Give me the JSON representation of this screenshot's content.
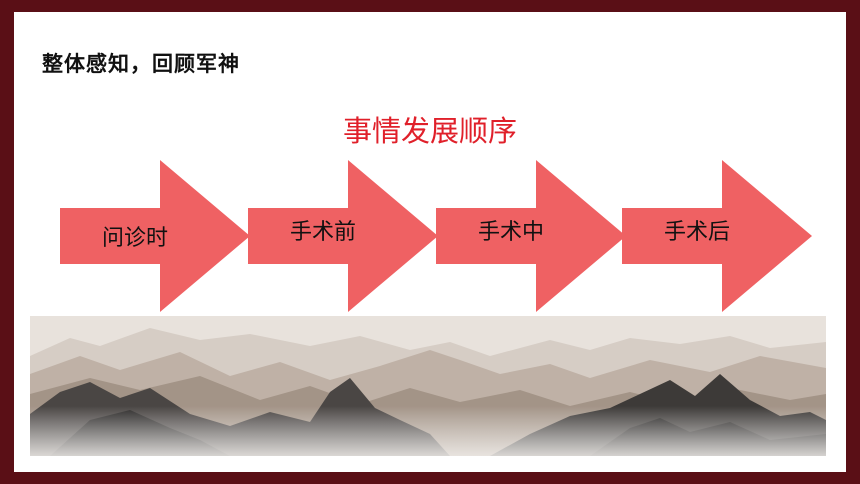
{
  "heading": "整体感知，回顾军神",
  "subtitle": "事情发展顺序",
  "steps": [
    {
      "label": "问诊时"
    },
    {
      "label": "手术前"
    },
    {
      "label": "手术中"
    },
    {
      "label": "手术后"
    }
  ],
  "colors": {
    "frame": "#5a0f16",
    "subtitle": "#e0202a",
    "arrow": "#ef6163"
  }
}
